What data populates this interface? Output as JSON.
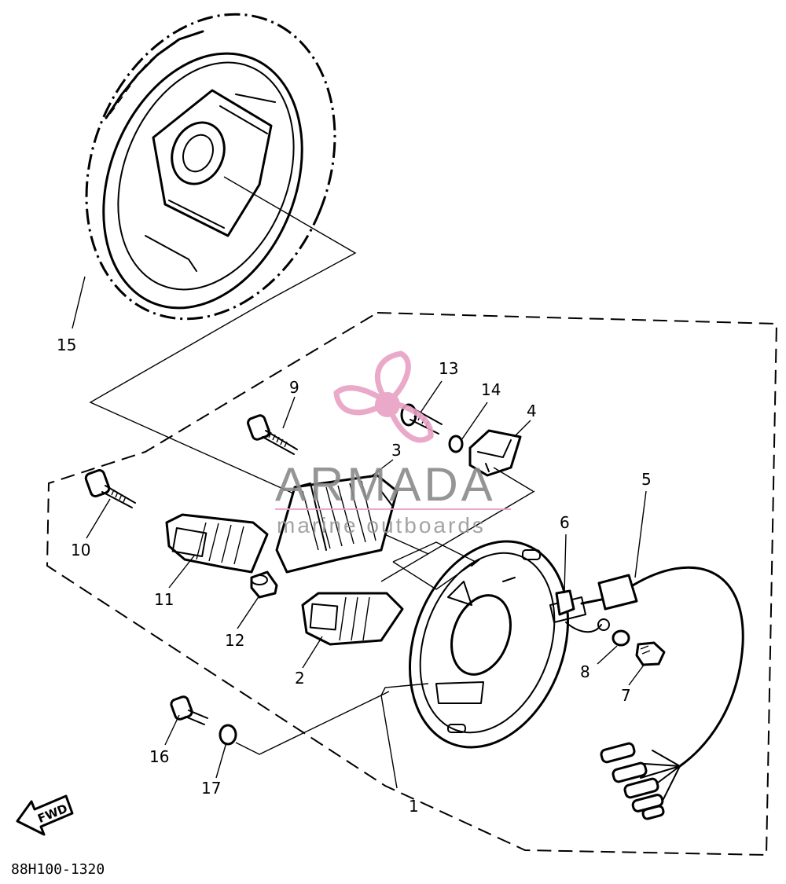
{
  "diagram": {
    "code": "88H100-1320",
    "fwd_label": "FWD",
    "part_numbers": [
      "1",
      "2",
      "3",
      "4",
      "5",
      "6",
      "7",
      "8",
      "9",
      "10",
      "11",
      "12",
      "13",
      "14",
      "15",
      "16",
      "17"
    ]
  },
  "watermark": {
    "title": "ARMADA",
    "subtitle": "marine outboards",
    "color": "#e8a0c4"
  }
}
